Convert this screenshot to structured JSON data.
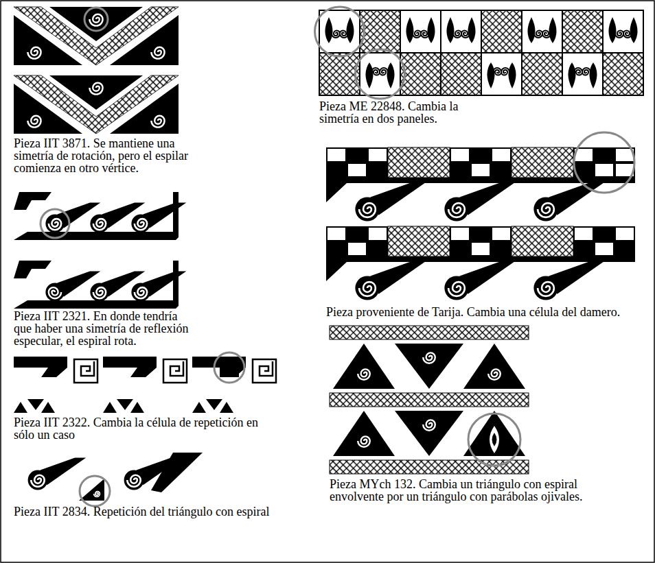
{
  "diagram": {
    "labels": [
      "Pieza IIT 3871. Se mantiene una simetría de rotación, pero el espilar comienza en otro vértice.",
      "Pieza IIT 2321. En donde tendría que haber una simetría de reflexión especular, el espiral rota.",
      "Pieza IIT 2322. Cambia la célula de repetición en sólo un caso",
      "Pieza IIT 2834. Repetición del triángulo con espiral",
      "Pieza ME 22848. Cambia la simetría en dos paneles.",
      "Pieza proveniente de Tarija. Cambia una célula del damero.",
      "Pieza MYch 132. Cambia un triángulo con espiral envolvente por un triángulo con parábolas ojivales."
    ]
  }
}
